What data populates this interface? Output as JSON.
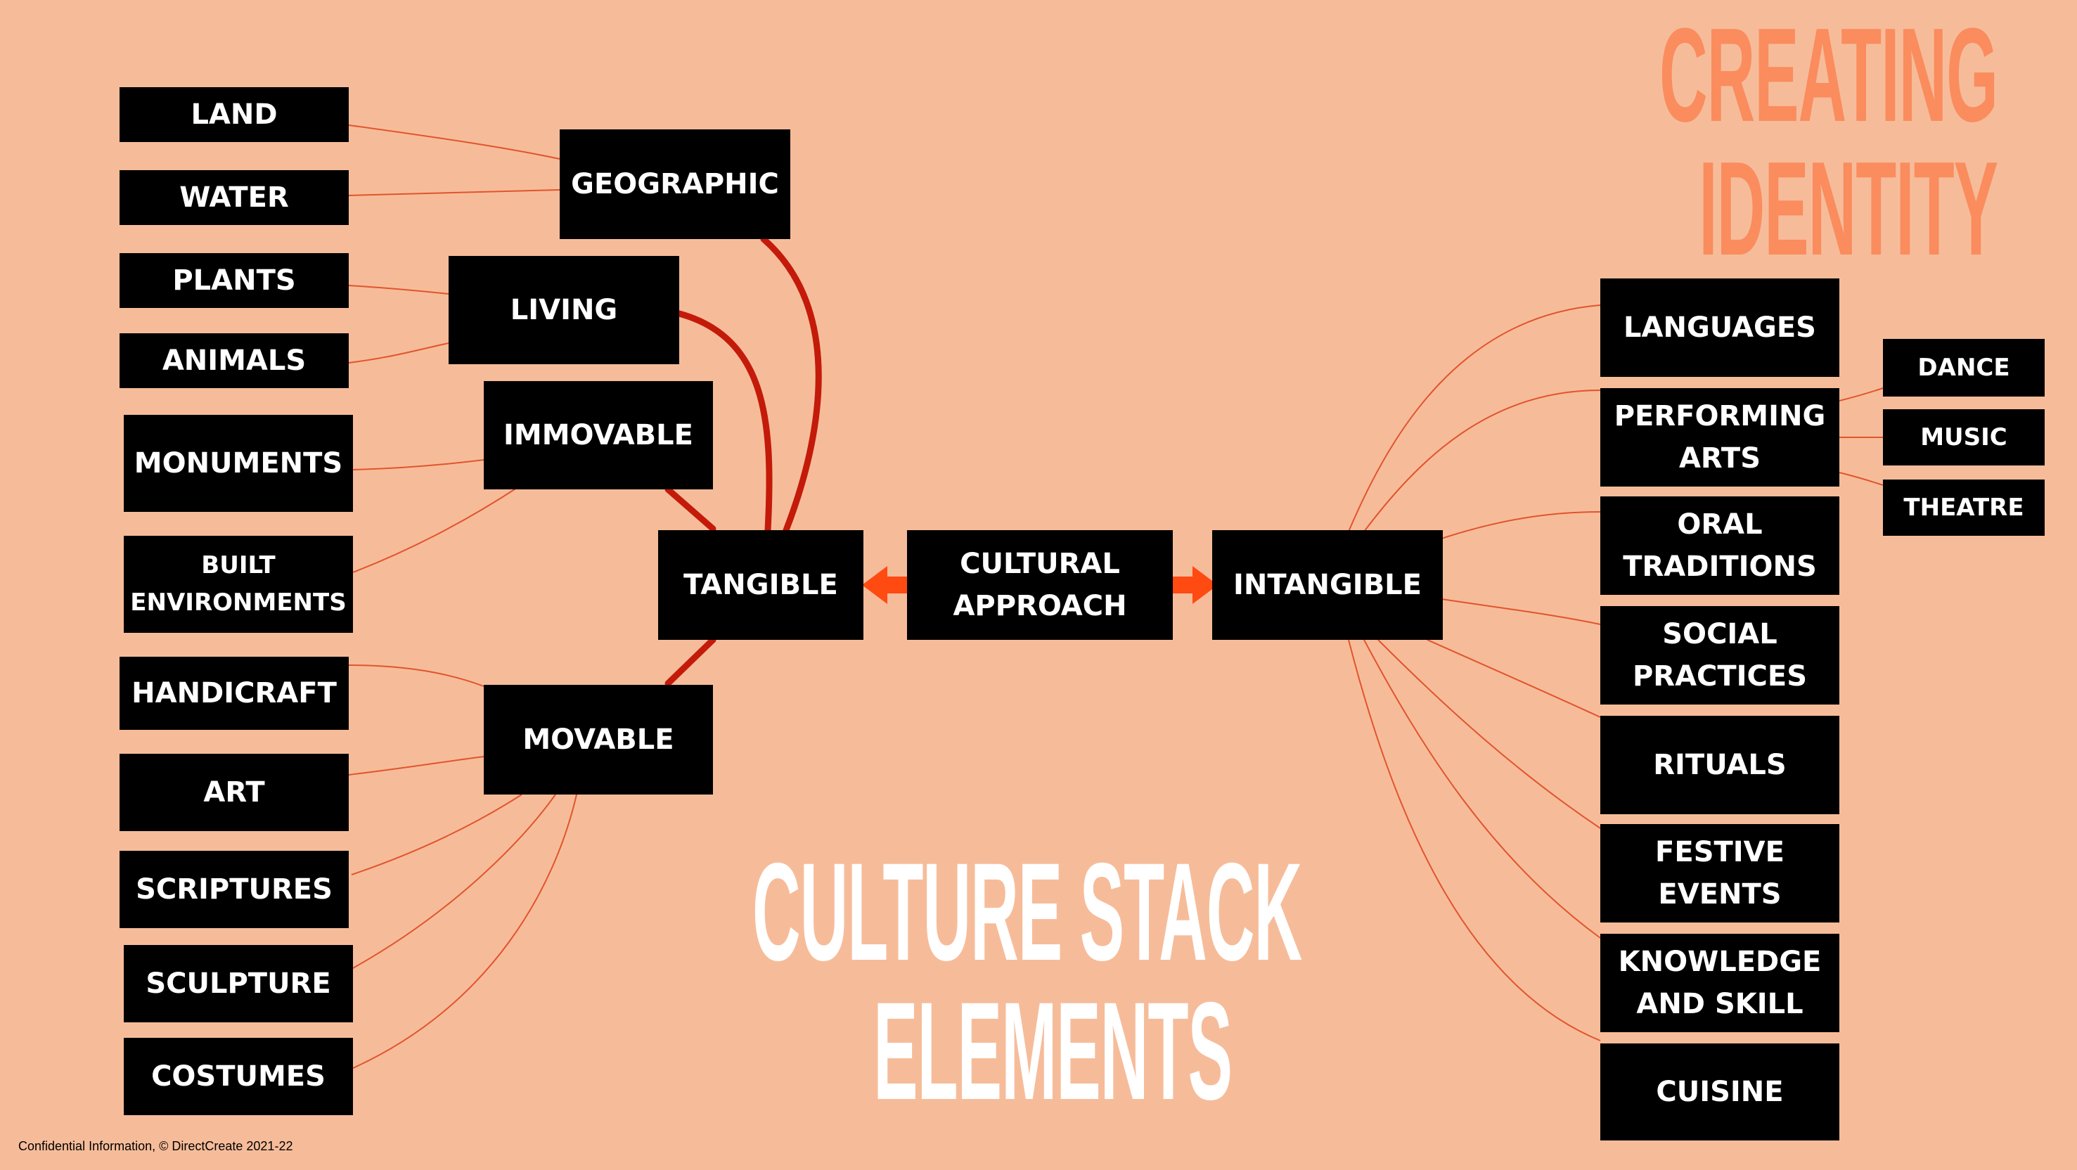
{
  "title_top": [
    "CREATING",
    "IDENTITY"
  ],
  "title_main": [
    "CULTURE STACK",
    "ELEMENTS"
  ],
  "footer": "Confidential Information, © DirectCreate 2021-22",
  "colors": {
    "background": "#F6BC9A",
    "box": "#000000",
    "accent": "#FA8C5E",
    "thin_link": "#E2542C",
    "thick_link": "#C41A0A",
    "arrow": "#FF4A12"
  },
  "nodes": {
    "center": [
      "CULTURAL",
      "APPROACH"
    ],
    "tangible": [
      "TANGIBLE"
    ],
    "intangible": [
      "INTANGIBLE"
    ],
    "geographic": [
      "GEOGRAPHIC"
    ],
    "living": [
      "LIVING"
    ],
    "immovable": [
      "IMMOVABLE"
    ],
    "movable": [
      "MOVABLE"
    ],
    "land": [
      "LAND"
    ],
    "water": [
      "WATER"
    ],
    "plants": [
      "PLANTS"
    ],
    "animals": [
      "ANIMALS"
    ],
    "monuments": [
      "MONUMENTS"
    ],
    "built": [
      "BUILT",
      "ENVIRONMENTS"
    ],
    "handicraft": [
      "HANDICRAFT"
    ],
    "art": [
      "ART"
    ],
    "scriptures": [
      "SCRIPTURES"
    ],
    "sculpture": [
      "SCULPTURE"
    ],
    "costumes": [
      "COSTUMES"
    ],
    "languages": [
      "LANGUAGES"
    ],
    "performing": [
      "PERFORMING",
      "ARTS"
    ],
    "oral": [
      "ORAL",
      "TRADITIONS"
    ],
    "social": [
      "SOCIAL",
      "PRACTICES"
    ],
    "rituals": [
      "RITUALS"
    ],
    "festive": [
      "FESTIVE",
      "EVENTS"
    ],
    "knowledge": [
      "KNOWLEDGE",
      "AND SKILL"
    ],
    "cuisine": [
      "CUISINE"
    ],
    "dance": [
      "DANCE"
    ],
    "music": [
      "MUSIC"
    ],
    "theatre": [
      "THEATRE"
    ]
  }
}
